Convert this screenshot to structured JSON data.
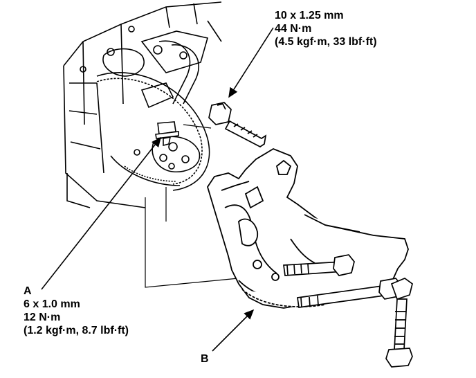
{
  "callouts": {
    "top_bolt": {
      "size": "10 x 1.25 mm",
      "torque_nm": "44 N·m",
      "torque_alt": "(4.5 kgf·m, 33 lbf·ft)"
    },
    "bolt_a": {
      "letter": "A",
      "size": "6 x 1.0 mm",
      "torque_nm": "12 N·m",
      "torque_alt": "(1.2 kgf·m, 8.7 lbf·ft)"
    },
    "bracket_b": {
      "letter": "B"
    }
  },
  "colors": {
    "ink": "#000000",
    "paper": "#ffffff"
  },
  "icons": [
    "engine-block-drawing",
    "flywheel-drawing",
    "mount-bracket-drawing",
    "flange-bolt-drawing"
  ]
}
